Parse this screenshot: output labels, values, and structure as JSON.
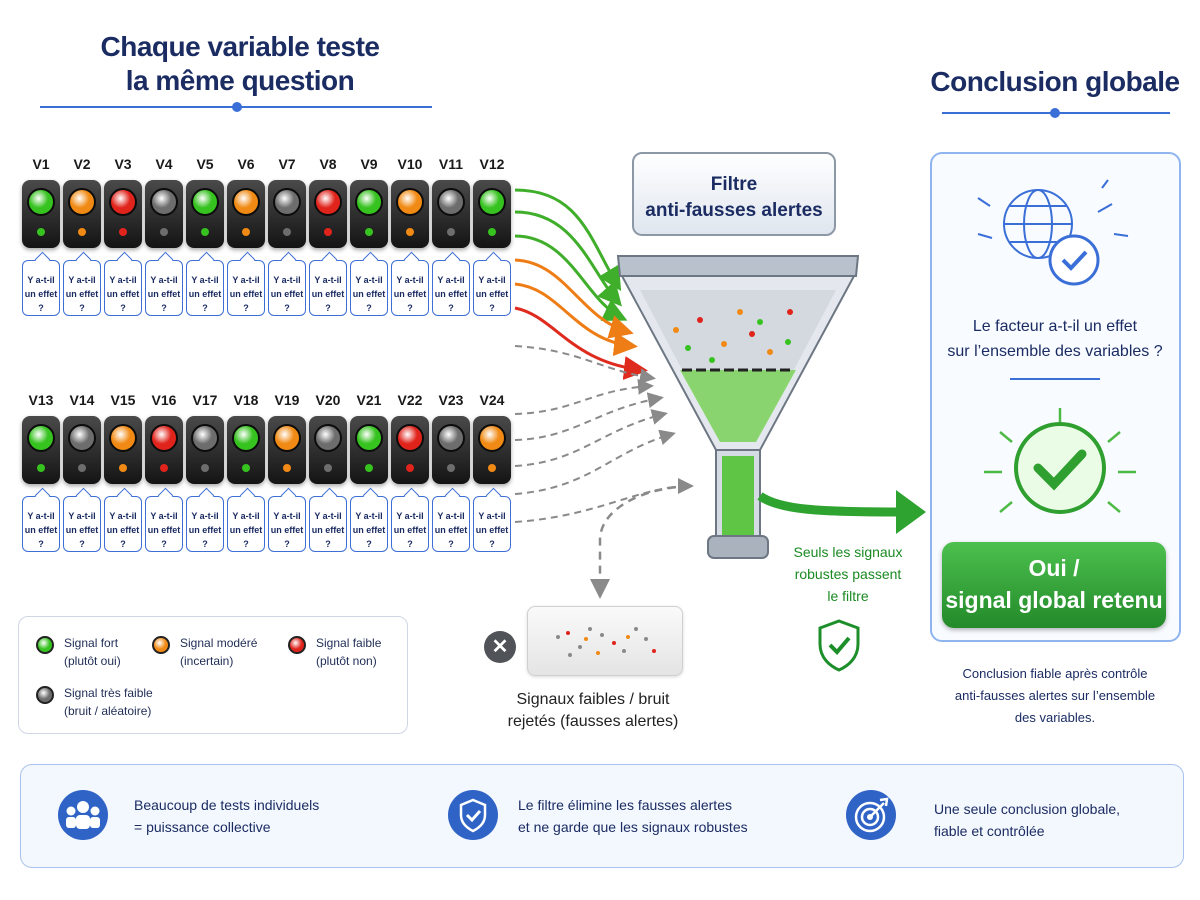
{
  "title_left": {
    "line1": "Chaque variable teste",
    "line2": "la même question"
  },
  "title_right": "Conclusion globale",
  "question": {
    "line1": "Y a-t-il",
    "line2": "un effet ?"
  },
  "signal_colors": {
    "green": "#36c21f",
    "orange": "#f08a14",
    "red": "#e0241c",
    "gray": "#6d6d6d"
  },
  "row1": [
    {
      "label": "V1",
      "signal": "green"
    },
    {
      "label": "V2",
      "signal": "orange"
    },
    {
      "label": "V3",
      "signal": "red"
    },
    {
      "label": "V4",
      "signal": "gray"
    },
    {
      "label": "V5",
      "signal": "green"
    },
    {
      "label": "V6",
      "signal": "orange"
    },
    {
      "label": "V7",
      "signal": "gray"
    },
    {
      "label": "V8",
      "signal": "red"
    },
    {
      "label": "V9",
      "signal": "green"
    },
    {
      "label": "V10",
      "signal": "orange"
    },
    {
      "label": "V11",
      "signal": "gray"
    },
    {
      "label": "V12",
      "signal": "green"
    }
  ],
  "row2": [
    {
      "label": "V13",
      "signal": "green"
    },
    {
      "label": "V14",
      "signal": "gray"
    },
    {
      "label": "V15",
      "signal": "orange"
    },
    {
      "label": "V16",
      "signal": "red"
    },
    {
      "label": "V17",
      "signal": "gray"
    },
    {
      "label": "V18",
      "signal": "green"
    },
    {
      "label": "V19",
      "signal": "orange"
    },
    {
      "label": "V20",
      "signal": "gray"
    },
    {
      "label": "V21",
      "signal": "green"
    },
    {
      "label": "V22",
      "signal": "red"
    },
    {
      "label": "V23",
      "signal": "gray"
    },
    {
      "label": "V24",
      "signal": "orange"
    }
  ],
  "legend": [
    {
      "signal": "green",
      "line1": "Signal fort",
      "line2": "(plutôt oui)"
    },
    {
      "signal": "orange",
      "line1": "Signal modéré",
      "line2": "(incertain)"
    },
    {
      "signal": "red",
      "line1": "Signal faible",
      "line2": "(plutôt non)"
    },
    {
      "signal": "gray",
      "line1": "Signal très faible",
      "line2": "(bruit / aléatoire)"
    }
  ],
  "filter": {
    "line1": "Filtre",
    "line2": "anti-fausses alertes"
  },
  "rejected": {
    "line1": "Signaux faibles / bruit",
    "line2": "rejetés (fausses alertes)"
  },
  "robust": {
    "line1": "Seuls les signaux",
    "line2": "robustes passent",
    "line3": "le filtre"
  },
  "conclusion": {
    "question_line1": "Le facteur a-t-il un effet",
    "question_line2": "sur l’ensemble des variables ?",
    "answer_line1": "Oui /",
    "answer_line2": "signal global retenu",
    "note_line1": "Conclusion fiable après contrôle",
    "note_line2": "anti-fausses alertes sur l’ensemble",
    "note_line3": "des variables."
  },
  "bottom": [
    {
      "icon": "people-icon",
      "line1": "Beaucoup de tests individuels",
      "line2": "= puissance collective"
    },
    {
      "icon": "shield-check-icon",
      "line1": "Le filtre élimine les fausses alertes",
      "line2": "et ne garde que les signaux robustes"
    },
    {
      "icon": "target-icon",
      "line1": "Une seule conclusion globale,",
      "line2": "fiable et contrôlée"
    }
  ]
}
